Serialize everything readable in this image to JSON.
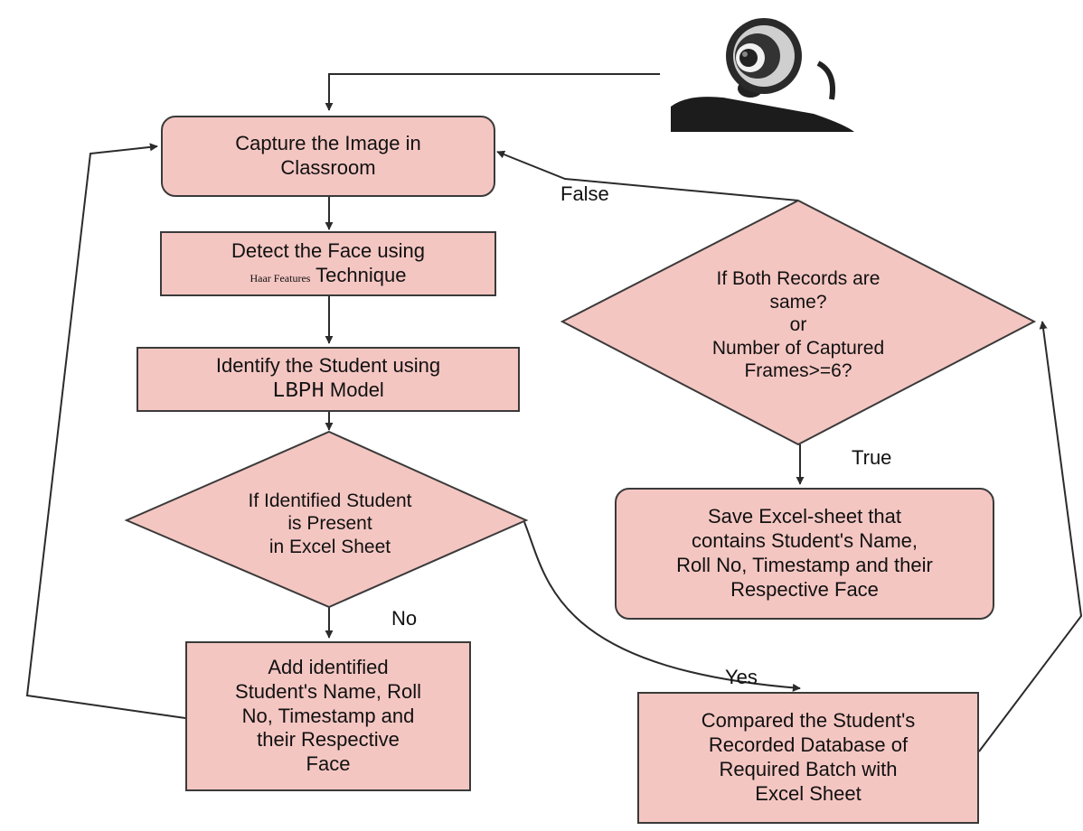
{
  "nodes": {
    "capture": {
      "line1": "Capture the Image in",
      "line2": "Classroom"
    },
    "detect": {
      "line1": "Detect the Face using",
      "small": "Haar Features",
      "line2": "Technique"
    },
    "identify": {
      "line1": "Identify the Student using",
      "mono": "LBPH",
      "line2": "Model"
    },
    "decision_present": {
      "line1": "If Identified Student",
      "line2": "is Present",
      "line3": "in Excel Sheet"
    },
    "add": {
      "line1": "Add identified",
      "line2": "Student's Name, Roll",
      "line3": "No, Timestamp and",
      "line4": "their Respective",
      "line5": "Face"
    },
    "compare": {
      "line1": "Compared the Student's",
      "line2": "Recorded Database of",
      "line3": "Required Batch with",
      "line4": "Excel Sheet"
    },
    "decision_same": {
      "line1": "If Both Records are",
      "line2": "same?",
      "line3": "or",
      "line4": "Number of Captured",
      "line5": "Frames>=6?"
    },
    "save": {
      "line1": "Save Excel-sheet that",
      "line2": "contains Student's Name,",
      "line3": "Roll No, Timestamp and their",
      "line4": "Respective Face"
    }
  },
  "edge_labels": {
    "false": "False",
    "true": "True",
    "no": "No",
    "yes": "Yes"
  },
  "colors": {
    "box_fill": "#f4c6c2",
    "stroke": "#3a3a3a"
  }
}
